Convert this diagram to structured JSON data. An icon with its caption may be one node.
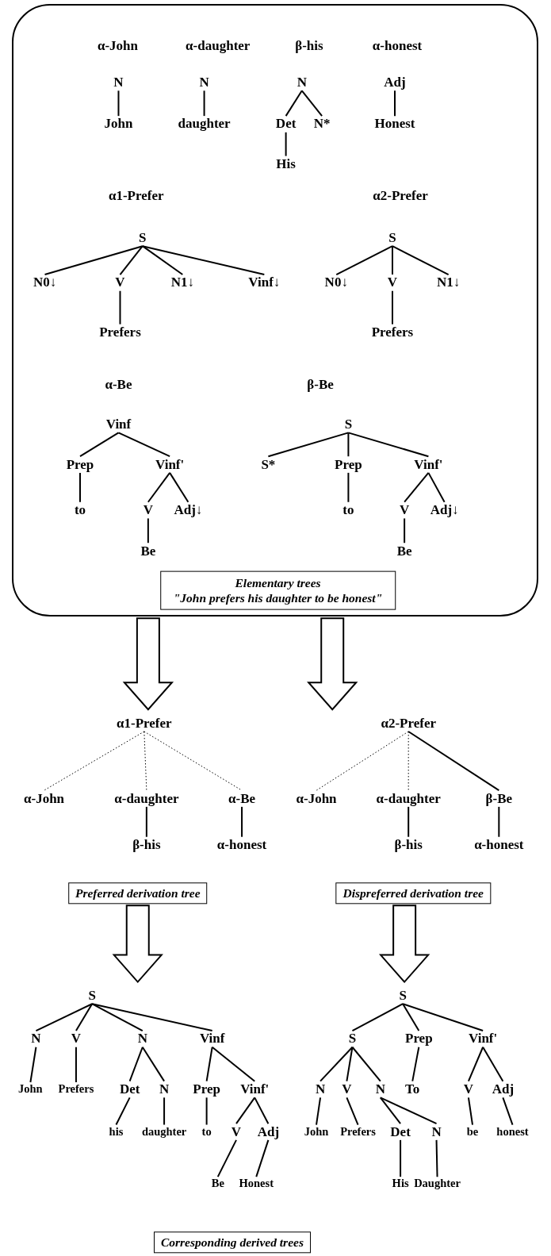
{
  "diagram": {
    "nodes": [
      {
        "text": [],
        "shape": "box"
      },
      {
        "text": [
          "N"
        ],
        "in": 0
      },
      {
        "text": [
          "John"
        ],
        "in": 0
      },
      {
        "text": [
          "N"
        ],
        "in": 0
      },
      {
        "text": [
          "daughter"
        ],
        "in": 0
      },
      {
        "text": [
          "N"
        ],
        "in": 0
      },
      {
        "text": [
          "Det"
        ],
        "in": 0
      },
      {
        "text": [
          "N*"
        ],
        "in": 0
      },
      {
        "text": [
          "His"
        ],
        "in": 0
      },
      {
        "text": [
          "Adj"
        ],
        "in": 0
      },
      {
        "text": [
          "Honest"
        ],
        "in": 0
      },
      {
        "text": [
          "S"
        ],
        "in": 0
      },
      {
        "text": [
          "N0↓"
        ],
        "in": 0
      },
      {
        "text": [
          "V"
        ],
        "in": 0
      },
      {
        "text": [
          "N1↓"
        ],
        "in": 0
      },
      {
        "text": [
          "Vinf↓"
        ],
        "in": 0
      },
      {
        "text": [
          "Prefers"
        ],
        "in": 0
      },
      {
        "text": [
          "S"
        ],
        "in": 0
      },
      {
        "text": [
          "N0↓"
        ],
        "in": 0
      },
      {
        "text": [
          "V"
        ],
        "in": 0
      },
      {
        "text": [
          "N1↓"
        ],
        "in": 0
      },
      {
        "text": [
          "Prefers"
        ],
        "in": 0
      },
      {
        "text": [
          "Vinf"
        ],
        "in": 0
      },
      {
        "text": [
          "Prep"
        ],
        "in": 0
      },
      {
        "text": [
          "Vinf'"
        ],
        "in": 0
      },
      {
        "text": [
          "to"
        ],
        "in": 0
      },
      {
        "text": [
          "V"
        ],
        "in": 0
      },
      {
        "text": [
          "Adj↓"
        ],
        "in": 0
      },
      {
        "text": [
          "Be"
        ],
        "in": 0
      },
      {
        "text": [
          "S"
        ],
        "in": 0
      },
      {
        "text": [
          "S*"
        ],
        "in": 0
      },
      {
        "text": [
          "Prep"
        ],
        "in": 0
      },
      {
        "text": [
          "Vinf'"
        ],
        "in": 0
      },
      {
        "text": [
          "to"
        ],
        "in": 0
      },
      {
        "text": [
          "V"
        ],
        "in": 0
      },
      {
        "text": [
          "Adj↓"
        ],
        "in": 0
      },
      {
        "text": [
          "Be"
        ],
        "in": 0
      },
      {
        "text": [
          "Elementary trees",
          "\"John prefers his daughter to be honest\""
        ],
        "in": 0
      },
      {
        "text": [
          "α1-Prefer"
        ]
      },
      {
        "text": [
          "α-John"
        ]
      },
      {
        "text": [
          "α-daughter"
        ]
      },
      {
        "text": [
          "α-Be"
        ]
      },
      {
        "text": [
          "β-his"
        ]
      },
      {
        "text": [
          "α-honest"
        ]
      },
      {
        "text": [
          "Preferred derivation tree"
        ]
      },
      {
        "text": [
          "α2-Prefer"
        ]
      },
      {
        "text": [
          "α-John"
        ]
      },
      {
        "text": [
          "α-daughter"
        ]
      },
      {
        "text": [
          "β-Be"
        ]
      },
      {
        "text": [
          "β-his"
        ]
      },
      {
        "text": [
          "α-honest"
        ]
      },
      {
        "text": [
          "Dispreferred derivation tree"
        ]
      },
      {
        "text": [
          "S"
        ]
      },
      {
        "text": [
          "N"
        ]
      },
      {
        "text": [
          "V"
        ]
      },
      {
        "text": [
          "N"
        ]
      },
      {
        "text": [
          "Vinf"
        ]
      },
      {
        "text": [
          "John"
        ]
      },
      {
        "text": [
          "Prefers"
        ]
      },
      {
        "text": [
          "Det"
        ]
      },
      {
        "text": [
          "N"
        ]
      },
      {
        "text": [
          "Prep"
        ]
      },
      {
        "text": [
          "Vinf'"
        ]
      },
      {
        "text": [
          "his"
        ]
      },
      {
        "text": [
          "daughter"
        ]
      },
      {
        "text": [
          "to"
        ]
      },
      {
        "text": [
          "V"
        ]
      },
      {
        "text": [
          "Adj"
        ]
      },
      {
        "text": [
          "Be"
        ]
      },
      {
        "text": [
          "Honest"
        ]
      },
      {
        "text": [
          "S"
        ]
      },
      {
        "text": [
          "S"
        ]
      },
      {
        "text": [
          "Prep"
        ]
      },
      {
        "text": [
          "Vinf'"
        ]
      },
      {
        "text": [
          "N"
        ]
      },
      {
        "text": [
          "V"
        ]
      },
      {
        "text": [
          "N"
        ]
      },
      {
        "text": [
          "To"
        ]
      },
      {
        "text": [
          "V"
        ]
      },
      {
        "text": [
          "Adj"
        ]
      },
      {
        "text": [
          "John"
        ]
      },
      {
        "text": [
          "Prefers"
        ]
      },
      {
        "text": [
          "Det"
        ]
      },
      {
        "text": [
          "N"
        ]
      },
      {
        "text": [
          "be"
        ]
      },
      {
        "text": [
          "honest"
        ]
      },
      {
        "text": [
          "His"
        ]
      },
      {
        "text": [
          "Daughter"
        ]
      },
      {
        "text": [
          "Corresponding derived trees"
        ]
      }
    ],
    "edges": [
      {
        "from": 1,
        "to": 2,
        "arrow": "none"
      },
      {
        "from": 3,
        "to": 4,
        "arrow": "none"
      },
      {
        "from": 5,
        "to": 6,
        "arrow": "none"
      },
      {
        "from": 5,
        "to": 7,
        "arrow": "none"
      },
      {
        "from": 6,
        "to": 8,
        "arrow": "none"
      },
      {
        "from": 9,
        "to": 10,
        "arrow": "none"
      },
      {
        "from": 11,
        "to": 12,
        "arrow": "none"
      },
      {
        "from": 11,
        "to": 13,
        "arrow": "none"
      },
      {
        "from": 11,
        "to": 14,
        "arrow": "none"
      },
      {
        "from": 11,
        "to": 15,
        "arrow": "none"
      },
      {
        "from": 13,
        "to": 16,
        "arrow": "none"
      },
      {
        "from": 17,
        "to": 18,
        "arrow": "none"
      },
      {
        "from": 17,
        "to": 19,
        "arrow": "none"
      },
      {
        "from": 17,
        "to": 20,
        "arrow": "none"
      },
      {
        "from": 19,
        "to": 21,
        "arrow": "none"
      },
      {
        "from": 22,
        "to": 23,
        "arrow": "none"
      },
      {
        "from": 22,
        "to": 24,
        "arrow": "none"
      },
      {
        "from": 23,
        "to": 25,
        "arrow": "none"
      },
      {
        "from": 24,
        "to": 26,
        "arrow": "none"
      },
      {
        "from": 24,
        "to": 27,
        "arrow": "none"
      },
      {
        "from": 26,
        "to": 28,
        "arrow": "none"
      },
      {
        "from": 29,
        "to": 30,
        "arrow": "none"
      },
      {
        "from": 29,
        "to": 31,
        "arrow": "none"
      },
      {
        "from": 29,
        "to": 32,
        "arrow": "none"
      },
      {
        "from": 31,
        "to": 33,
        "arrow": "none"
      },
      {
        "from": 32,
        "to": 34,
        "arrow": "none"
      },
      {
        "from": 32,
        "to": 35,
        "arrow": "none"
      },
      {
        "from": 34,
        "to": 36,
        "arrow": "none"
      },
      {
        "from": 0,
        "to": 38,
        "arrow": "to",
        "style": "thick"
      },
      {
        "from": 0,
        "to": 45,
        "arrow": "to",
        "style": "thick"
      },
      {
        "from": 38,
        "to": 39,
        "arrow": "none",
        "style": "dashed"
      },
      {
        "from": 38,
        "to": 40,
        "arrow": "none",
        "style": "dashed"
      },
      {
        "from": 38,
        "to": 41,
        "arrow": "none",
        "style": "dashed"
      },
      {
        "from": 40,
        "to": 42,
        "arrow": "none"
      },
      {
        "from": 41,
        "to": 43,
        "arrow": "none"
      },
      {
        "from": 45,
        "to": 46,
        "arrow": "none",
        "style": "dashed"
      },
      {
        "from": 45,
        "to": 47,
        "arrow": "none",
        "style": "dashed"
      },
      {
        "from": 45,
        "to": 48,
        "arrow": "none"
      },
      {
        "from": 47,
        "to": 49,
        "arrow": "none"
      },
      {
        "from": 48,
        "to": 50,
        "arrow": "none"
      },
      {
        "from": 44,
        "to": 52,
        "arrow": "to",
        "style": "thick"
      },
      {
        "from": 51,
        "to": 70,
        "arrow": "to",
        "style": "thick"
      },
      {
        "from": 52,
        "to": 53,
        "arrow": "none"
      },
      {
        "from": 52,
        "to": 54,
        "arrow": "none"
      },
      {
        "from": 52,
        "to": 55,
        "arrow": "none"
      },
      {
        "from": 52,
        "to": 56,
        "arrow": "none"
      },
      {
        "from": 53,
        "to": 57,
        "arrow": "none"
      },
      {
        "from": 54,
        "to": 58,
        "arrow": "none"
      },
      {
        "from": 55,
        "to": 59,
        "arrow": "none"
      },
      {
        "from": 55,
        "to": 60,
        "arrow": "none"
      },
      {
        "from": 59,
        "to": 63,
        "arrow": "none"
      },
      {
        "from": 60,
        "to": 64,
        "arrow": "none"
      },
      {
        "from": 56,
        "to": 61,
        "arrow": "none"
      },
      {
        "from": 56,
        "to": 62,
        "arrow": "none"
      },
      {
        "from": 61,
        "to": 65,
        "arrow": "none"
      },
      {
        "from": 62,
        "to": 66,
        "arrow": "none"
      },
      {
        "from": 62,
        "to": 67,
        "arrow": "none"
      },
      {
        "from": 66,
        "to": 68,
        "arrow": "none"
      },
      {
        "from": 67,
        "to": 69,
        "arrow": "none"
      },
      {
        "from": 70,
        "to": 71,
        "arrow": "none"
      },
      {
        "from": 70,
        "to": 72,
        "arrow": "none"
      },
      {
        "from": 70,
        "to": 73,
        "arrow": "none"
      },
      {
        "from": 71,
        "to": 74,
        "arrow": "none"
      },
      {
        "from": 71,
        "to": 75,
        "arrow": "none"
      },
      {
        "from": 71,
        "to": 76,
        "arrow": "none"
      },
      {
        "from": 72,
        "to": 77,
        "arrow": "none"
      },
      {
        "from": 73,
        "to": 78,
        "arrow": "none"
      },
      {
        "from": 73,
        "to": 79,
        "arrow": "none"
      },
      {
        "from": 74,
        "to": 80,
        "arrow": "none"
      },
      {
        "from": 75,
        "to": 81,
        "arrow": "none"
      },
      {
        "from": 76,
        "to": 82,
        "arrow": "none"
      },
      {
        "from": 76,
        "to": 83,
        "arrow": "none"
      },
      {
        "from": 78,
        "to": 84,
        "arrow": "none"
      },
      {
        "from": 79,
        "to": 85,
        "arrow": "none"
      },
      {
        "from": 82,
        "to": 86,
        "arrow": "none"
      },
      {
        "from": 83,
        "to": 87,
        "arrow": "none"
      }
    ],
    "labels": [
      "α-John",
      "α-daughter",
      "β-his",
      "α-honest",
      "α1-Prefer",
      "α2-Prefer",
      "α-Be",
      "β-Be"
    ]
  }
}
